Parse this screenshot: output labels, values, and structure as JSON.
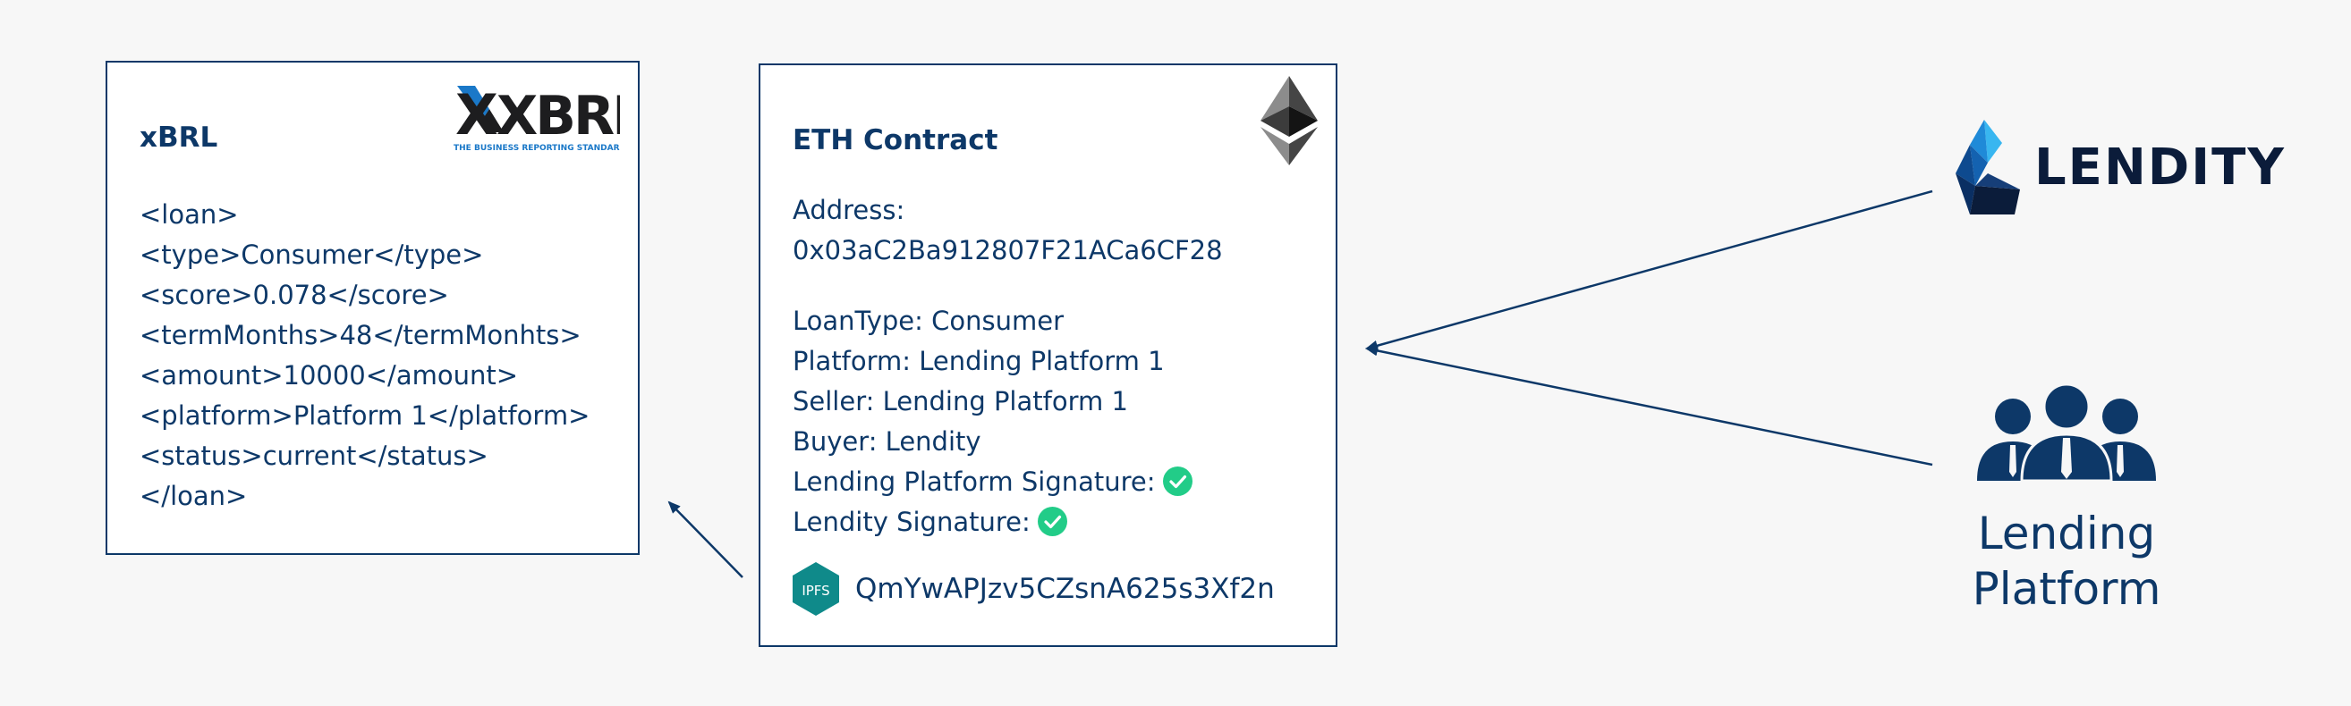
{
  "xbrl": {
    "title": "xBRL",
    "logo_text": "XBRL",
    "logo_tagline": "THE BUSINESS REPORTING STANDARD",
    "lines": [
      "<loan>",
      "<type>Consumer</type>",
      "<score>0.078</score>",
      "<termMonths>48</termMonhts>",
      "<amount>10000</amount>",
      "<platform>Platform 1</platform>",
      "<status>current</status>",
      "</loan>"
    ]
  },
  "eth": {
    "title": "ETH Contract",
    "address_label": "Address:",
    "address_value": "0x03aC2Ba912807F21ACa6CF28",
    "loan_type": "LoanType: Consumer",
    "platform": "Platform: Lending Platform 1",
    "seller": "Seller: Lending Platform 1",
    "buyer": "Buyer: Lendity",
    "lending_platform_signature": "Lending Platform Signature:",
    "lendity_signature": "Lendity Signature:",
    "ipfs_badge": "IPFS",
    "ipfs_hash": "QmYwAPJzv5CZsnA625s3Xf2n"
  },
  "lendity": {
    "name": "LENDITY"
  },
  "lending_platform": {
    "label_line1": "Lending",
    "label_line2": "Platform"
  },
  "colors": {
    "navy": "#0d3868",
    "check_green": "#22cc88",
    "ipfs_teal": "#0f8a8a",
    "lendity_blue": "#1a78c8",
    "background": "#f7f7f7"
  }
}
